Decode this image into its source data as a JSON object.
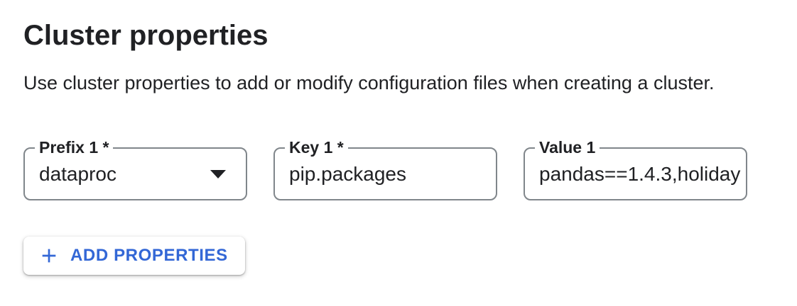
{
  "page": {
    "title": "Cluster properties",
    "description": "Use cluster properties to add or modify configuration files when creating a cluster."
  },
  "fields": [
    {
      "label": "Prefix 1 *",
      "value": "dataproc",
      "type": "select"
    },
    {
      "label": "Key 1 *",
      "value": "pip.packages",
      "type": "text"
    },
    {
      "label": "Value 1",
      "value": "pandas==1.4.3,holiday",
      "type": "text",
      "truncated": true
    }
  ],
  "actions": {
    "add_properties_label": "ADD PROPERTIES",
    "plus_icon": "material-add"
  },
  "colors": {
    "accent_blue": "#3367d6",
    "field_border_grey": "#80868b",
    "text_dark": "#202124",
    "background": "#ffffff"
  }
}
